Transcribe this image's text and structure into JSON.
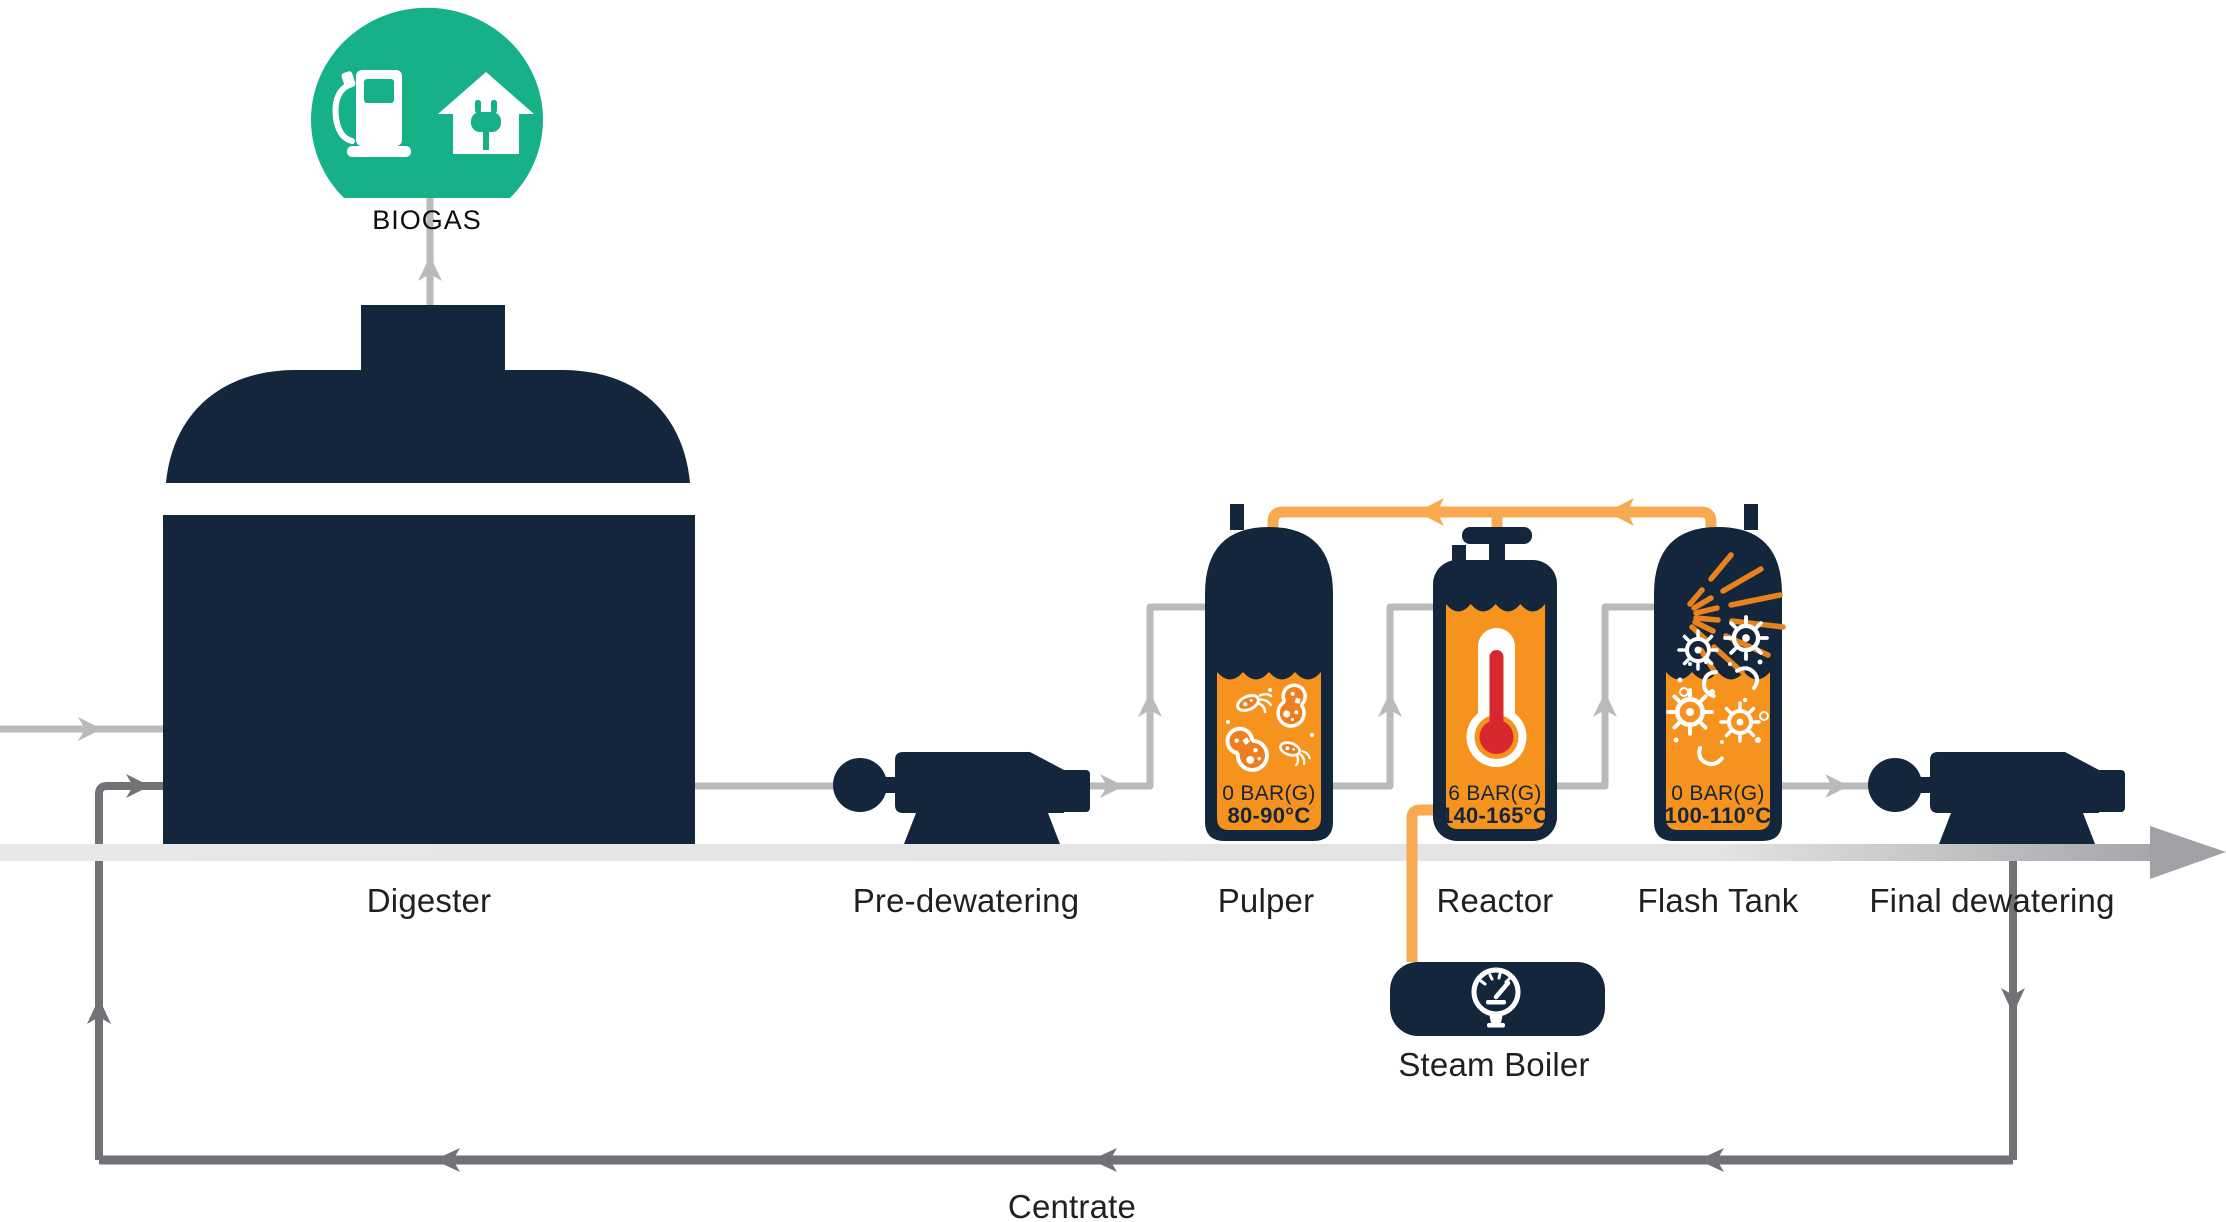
{
  "biogas": {
    "label": "BIOGAS"
  },
  "equipment": {
    "digester": "Digester",
    "pre_dewatering": "Pre-dewatering",
    "pulper": "Pulper",
    "reactor": "Reactor",
    "flash_tank": "Flash Tank",
    "final_dewatering": "Final dewatering",
    "steam_boiler": "Steam Boiler",
    "centrate": "Centrate"
  },
  "vessels": {
    "pulper": {
      "pressure": "0 BAR(G)",
      "temperature": "80-90°C"
    },
    "reactor": {
      "pressure": "6 BAR(G)",
      "temperature": "140-165°C"
    },
    "flash_tank": {
      "pressure": "0 BAR(G)",
      "temperature": "100-110°C"
    }
  },
  "colors": {
    "navy": "#14263B",
    "vessel_orange": "#F6921E",
    "pipe_orange": "#F9A94F",
    "spray_orange": "#E8821E",
    "teal": "#17B189",
    "light_gray_pipe": "#B9BABC",
    "dark_gray_pipe": "#717275",
    "flow_band_gray": "#E8E8EA",
    "flow_band_end_gray": "#A0A1A4",
    "thermometer_red": "#D7282F",
    "label_text": "#231F20",
    "vessel_text": "#14263B"
  },
  "icons": {
    "biogas_uses": [
      "fuel-pump-icon",
      "house-power-icon"
    ],
    "pulper_fill": "microbes-icon",
    "reactor_fill": "thermometer-icon",
    "flash_tank_fill": [
      "steam-spray-icon",
      "burst-cells-icon"
    ],
    "steam_boiler": "pressure-gauge-icon"
  }
}
